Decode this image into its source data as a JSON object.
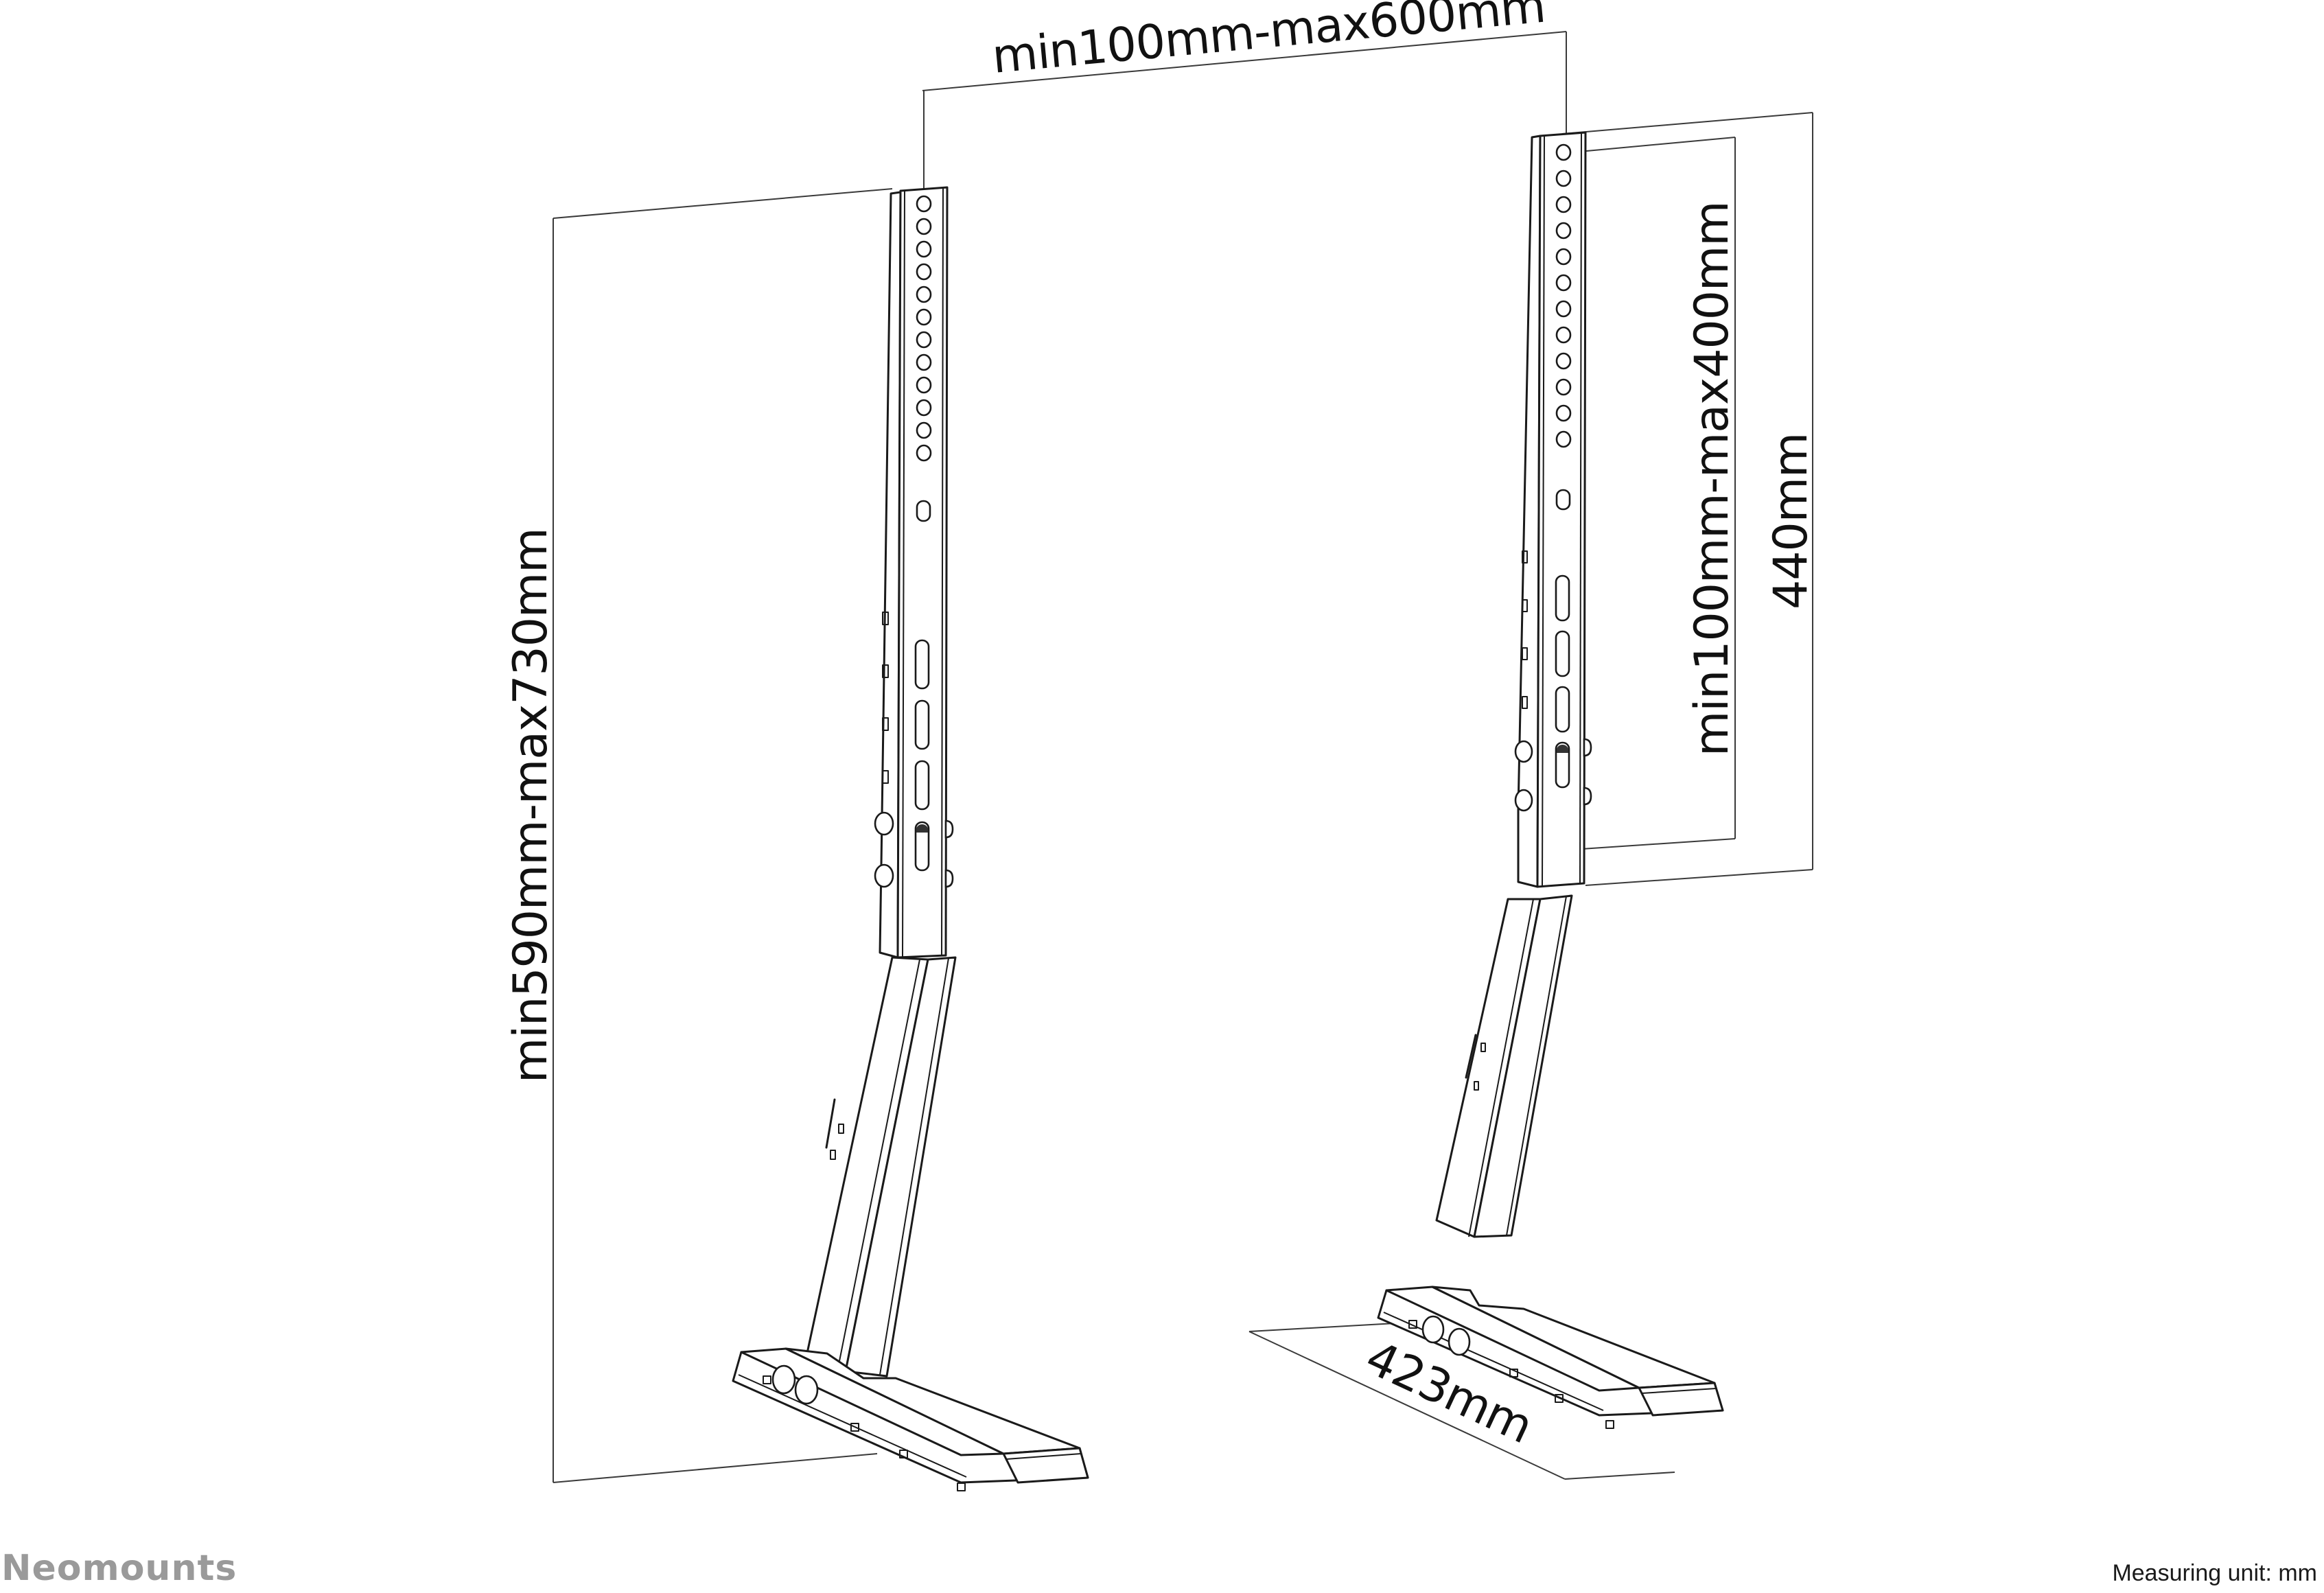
{
  "brand": {
    "name": "Neomounts",
    "color": "#9a9a9a"
  },
  "footer": {
    "measuring_unit": "Measuring unit: mm"
  },
  "dimensions": {
    "width_range": "min100mm-max600mm",
    "height_range": "min590mm-max730mm",
    "vesa_range": "min100mm-max400mm",
    "bracket_height": "440mm",
    "base_depth": "423mm"
  },
  "drawing": {
    "subject": "Tabletop TV stand feet (pair)",
    "line_color": "#1a1a1a",
    "background": "#ffffff",
    "stands": [
      {
        "id": "left",
        "upright_holes": 12,
        "slots": 3
      },
      {
        "id": "right",
        "upright_holes": 12,
        "slots": 3
      }
    ]
  }
}
